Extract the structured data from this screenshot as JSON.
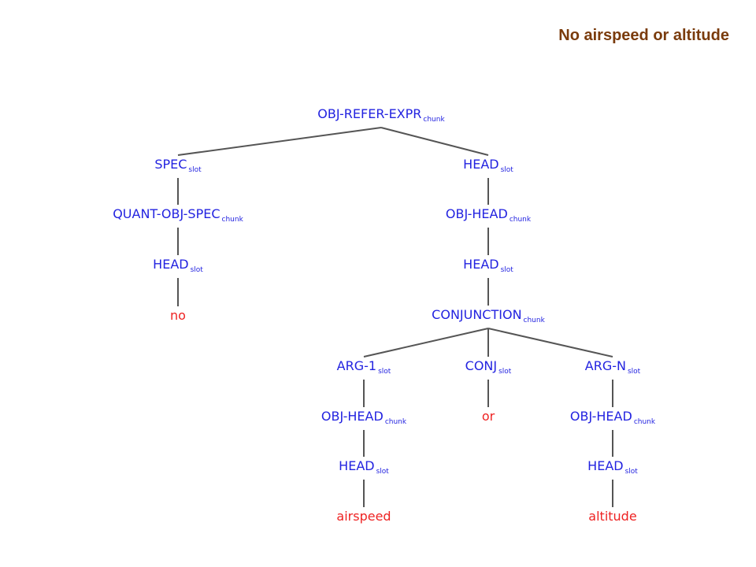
{
  "title": "No airspeed or altitude",
  "colors": {
    "nonterminal": "#2323e0",
    "terminal": "#ee2222",
    "edge": "#555555",
    "title": "#7a3b0c"
  },
  "tree": {
    "nodes": [
      {
        "id": "root",
        "label": "OBJ-REFER-EXPR",
        "sub": "chunk",
        "kind": "nonterminal"
      },
      {
        "id": "spec",
        "label": "SPEC",
        "sub": "slot",
        "kind": "nonterminal"
      },
      {
        "id": "head1",
        "label": "HEAD",
        "sub": "slot",
        "kind": "nonterminal"
      },
      {
        "id": "quant",
        "label": "QUANT-OBJ-SPEC",
        "sub": "chunk",
        "kind": "nonterminal"
      },
      {
        "id": "objhead1",
        "label": "OBJ-HEAD",
        "sub": "chunk",
        "kind": "nonterminal"
      },
      {
        "id": "head_spec",
        "label": "HEAD",
        "sub": "slot",
        "kind": "nonterminal"
      },
      {
        "id": "head2",
        "label": "HEAD",
        "sub": "slot",
        "kind": "nonterminal"
      },
      {
        "id": "no",
        "label": "no",
        "sub": "",
        "kind": "terminal"
      },
      {
        "id": "conj",
        "label": "CONJUNCTION",
        "sub": "chunk",
        "kind": "nonterminal"
      },
      {
        "id": "arg1",
        "label": "ARG-1",
        "sub": "slot",
        "kind": "nonterminal"
      },
      {
        "id": "conjslot",
        "label": "CONJ",
        "sub": "slot",
        "kind": "nonterminal"
      },
      {
        "id": "argn",
        "label": "ARG-N",
        "sub": "slot",
        "kind": "nonterminal"
      },
      {
        "id": "objhead_a",
        "label": "OBJ-HEAD",
        "sub": "chunk",
        "kind": "nonterminal"
      },
      {
        "id": "or",
        "label": "or",
        "sub": "",
        "kind": "terminal"
      },
      {
        "id": "objhead_b",
        "label": "OBJ-HEAD",
        "sub": "chunk",
        "kind": "nonterminal"
      },
      {
        "id": "head_a",
        "label": "HEAD",
        "sub": "slot",
        "kind": "nonterminal"
      },
      {
        "id": "head_b",
        "label": "HEAD",
        "sub": "slot",
        "kind": "nonterminal"
      },
      {
        "id": "airspeed",
        "label": "airspeed",
        "sub": "",
        "kind": "terminal"
      },
      {
        "id": "altitude",
        "label": "altitude",
        "sub": "",
        "kind": "terminal"
      }
    ],
    "edges": [
      [
        "root",
        "spec"
      ],
      [
        "root",
        "head1"
      ],
      [
        "spec",
        "quant"
      ],
      [
        "quant",
        "head_spec"
      ],
      [
        "head_spec",
        "no"
      ],
      [
        "head1",
        "objhead1"
      ],
      [
        "objhead1",
        "head2"
      ],
      [
        "head2",
        "conj"
      ],
      [
        "conj",
        "arg1"
      ],
      [
        "conj",
        "conjslot"
      ],
      [
        "conj",
        "argn"
      ],
      [
        "arg1",
        "objhead_a"
      ],
      [
        "objhead_a",
        "head_a"
      ],
      [
        "head_a",
        "airspeed"
      ],
      [
        "conjslot",
        "or"
      ],
      [
        "argn",
        "objhead_b"
      ],
      [
        "objhead_b",
        "head_b"
      ],
      [
        "head_b",
        "altitude"
      ]
    ]
  }
}
